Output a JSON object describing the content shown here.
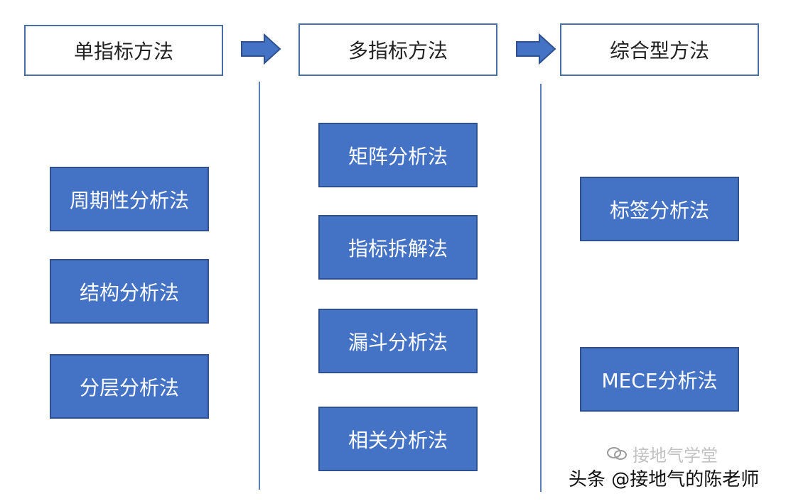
{
  "columns": [
    {
      "header": "单指标方法",
      "methods": [
        "周期性分析法",
        "结构分析法",
        "分层分析法"
      ]
    },
    {
      "header": "多指标方法",
      "methods": [
        "矩阵分析法",
        "指标拆解法",
        "漏斗分析法",
        "相关分析法"
      ]
    },
    {
      "header": "综合型方法",
      "methods": [
        "标签分析法",
        "MECE分析法"
      ]
    }
  ],
  "watermark": {
    "text": "头条 @接地气的陈老师",
    "secondary": "接地气学堂"
  },
  "colors": {
    "box_fill": "#4472c4",
    "box_border": "#2f528f",
    "header_border": "#4a6fa8",
    "arrow_fill": "#4472c4",
    "divider": "#5a7fb8"
  }
}
